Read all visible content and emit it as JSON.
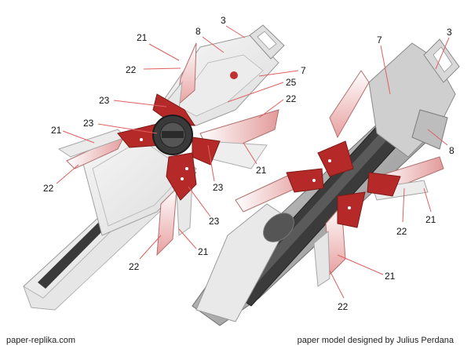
{
  "footer": {
    "site": "paper-replika.com",
    "credit": "paper model designed by Julius Perdana"
  },
  "left_model": {
    "labels": [
      "21",
      "8",
      "3",
      "22",
      "7",
      "25",
      "23",
      "22",
      "23",
      "21",
      "21",
      "22",
      "23",
      "23",
      "21",
      "22"
    ]
  },
  "right_model": {
    "labels": [
      "7",
      "3",
      "8",
      "22",
      "21",
      "21",
      "22"
    ]
  }
}
